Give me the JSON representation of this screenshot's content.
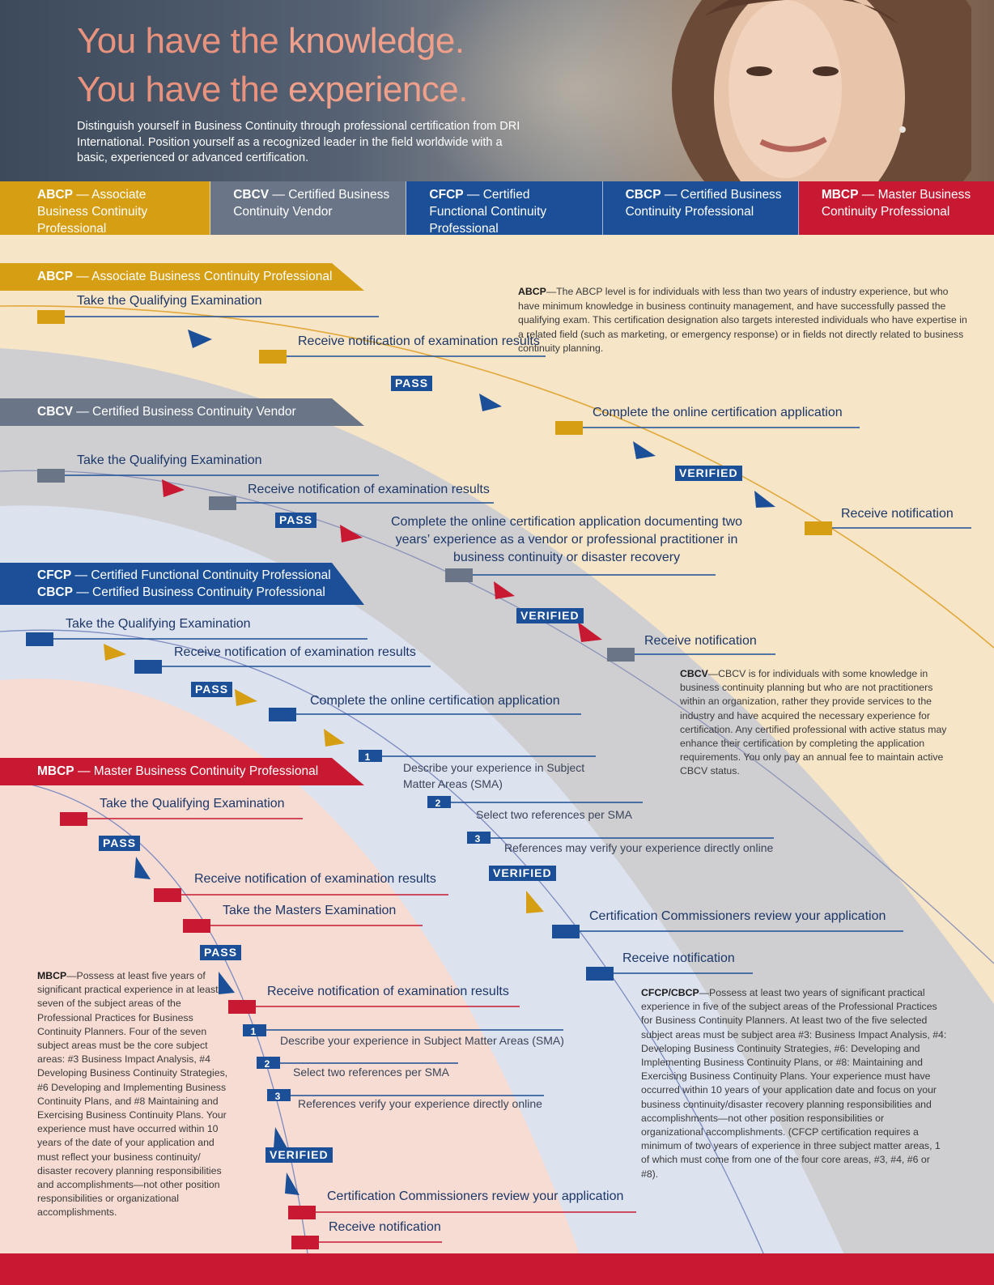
{
  "header": {
    "line1_a": "You have the ",
    "line1_b": "knowledge.",
    "line2_a": "You have the ",
    "line2_b": "experience.",
    "intro": "Distinguish yourself in Business Continuity through professional certification from DRI International. Position yourself as a recognized leader in the field worldwide with a basic, experienced or advanced certification."
  },
  "tabs": [
    {
      "abbr": "ABCP",
      "name": " — Associate Business Continuity Professional",
      "color": "#d69e12"
    },
    {
      "abbr": "CBCV",
      "name": " — Certified Business Continuity Vendor",
      "color": "#6a7687"
    },
    {
      "abbr": "CFCP",
      "name": " — Certified Functional Continuity Professional",
      "color": "#1b4f97"
    },
    {
      "abbr": "CBCP",
      "name": " — Certified Business Continuity Professional",
      "color": "#1b4f97"
    },
    {
      "abbr": "MBCP",
      "name": " — Master Business Continuity Professional",
      "color": "#c71a32"
    }
  ],
  "bands": {
    "abcp": {
      "abbr": "ABCP",
      "name": " — Associate Business Continuity Professional"
    },
    "cbcv": {
      "abbr": "CBCV",
      "name": " — Certified Business Continuity Vendor"
    },
    "cfcp": {
      "abbr": "CFCP",
      "name": " — Certified Functional Continuity Professional"
    },
    "cbcp": {
      "abbr": "CBCP",
      "name": " — Certified Business Continuity Professional"
    },
    "mbcp": {
      "abbr": "MBCP",
      "name": " — Master Business Continuity Professional"
    }
  },
  "abcp_steps": {
    "s1": "Take the Qualifying Examination",
    "s2": "Receive notification of examination results",
    "tag1": "PASS",
    "s3": "Complete the online certification application",
    "tag2": "VERIFIED",
    "s4": "Receive notification"
  },
  "cbcv_steps": {
    "s1": "Take the Qualifying Examination",
    "s2": "Receive notification of examination results",
    "tag1": "PASS",
    "s3": "Complete the online certification application documenting two years’ experience as a vendor or professional practitioner in business continuity or disaster recovery",
    "tag2": "VERIFIED",
    "s4": "Receive notification"
  },
  "cfcp_steps": {
    "s1": "Take the Qualifying Examination",
    "s2": "Receive notification of examination results",
    "tag1": "PASS",
    "s3": "Complete the online certification application",
    "n1": "1",
    "sub1": "Describe your experience in Subject Matter Areas (SMA)",
    "n2": "2",
    "sub2": "Select two references per SMA",
    "n3": "3",
    "sub3": "References may verify your experience directly online",
    "tag2": "VERIFIED",
    "s4": "Certification Commissioners review your application",
    "s5": "Receive notification"
  },
  "mbcp_steps": {
    "s1": "Take the Qualifying Examination",
    "tag1": "PASS",
    "s2": "Receive notification of examination results",
    "s3": "Take the Masters Examination",
    "tag2": "PASS",
    "s4": "Receive notification of examination results",
    "n1": "1",
    "sub1": "Describe your experience in Subject Matter Areas (SMA)",
    "n2": "2",
    "sub2": "Select two references per SMA",
    "n3": "3",
    "sub3": "References verify your experience directly online",
    "tag3": "VERIFIED",
    "s5": "Certification Commissioners review your application",
    "s6": "Receive notification"
  },
  "descriptions": {
    "abcp_label": "ABCP",
    "abcp_text": "—The ABCP level is for individuals with less than two years of industry experience, but who have minimum knowledge in business continuity management, and have successfully passed the qualifying exam. This certification designation also targets interested individuals who have expertise in a related field (such as marketing, or emergency response) or in fields not directly related to business continuity planning.",
    "cbcv_label": "CBCV",
    "cbcv_text": "—CBCV is for individuals with some knowledge in business continuity planning but who are not practitioners within an organization, rather they provide services to the industry and have acquired the necessary experience for certification. Any certified professional with active status may enhance their certification by completing the application requirements. You only pay an annual fee to maintain active CBCV status.",
    "cfcp_label": "CFCP/CBCP",
    "cfcp_text": "—Possess at least two years of significant practical experience in five of the subject areas of the Professional Practices for Business Continuity Planners. At least two of the five selected subject areas must be subject area #3: Business Impact Analysis, #4: Developing Business Continuity Strategies, #6: Developing and Implementing Business Continuity Plans, or #8: Maintaining and Exercising Business Continuity Plans. Your experience must have occurred within 10 years of your application date and focus on your business continuity/disaster recovery planning responsibilities and accomplishments—not other position responsibilities or organizational accomplishments. (CFCP certification requires a minimum of two years of experience in three subject matter areas, 1 of which must come from one of the four core areas, #3, #4, #6 or #8).",
    "mbcp_label": "MBCP",
    "mbcp_text": "—Possess at least five years of significant practical experience in at least seven of the subject areas of the Professional Practices for Business Continuity Planners. Four of the seven subject areas must be the core subject areas: #3 Business Impact Analysis, #4 Developing Business Continuity Strategies, #6 Developing and Implementing Business Continuity Plans, and #8 Maintaining and Exercising Business Continuity Plans. Your experience must have occurred within 10 years of the date of your application and must reflect your business continuity/ disaster recovery planning responsibilities and accomplishments—not other position responsibilities or organizational accomplishments."
  },
  "colors": {
    "gold": "#d69e12",
    "slate": "#6a7687",
    "blue": "#1b4f97",
    "red": "#c71a32",
    "navy": "#1c3768",
    "cream": "#f7e5c8",
    "grey_zone": "#cfcfd2",
    "blue_zone": "#dde2ef",
    "pink_zone": "#f6dcd3"
  }
}
